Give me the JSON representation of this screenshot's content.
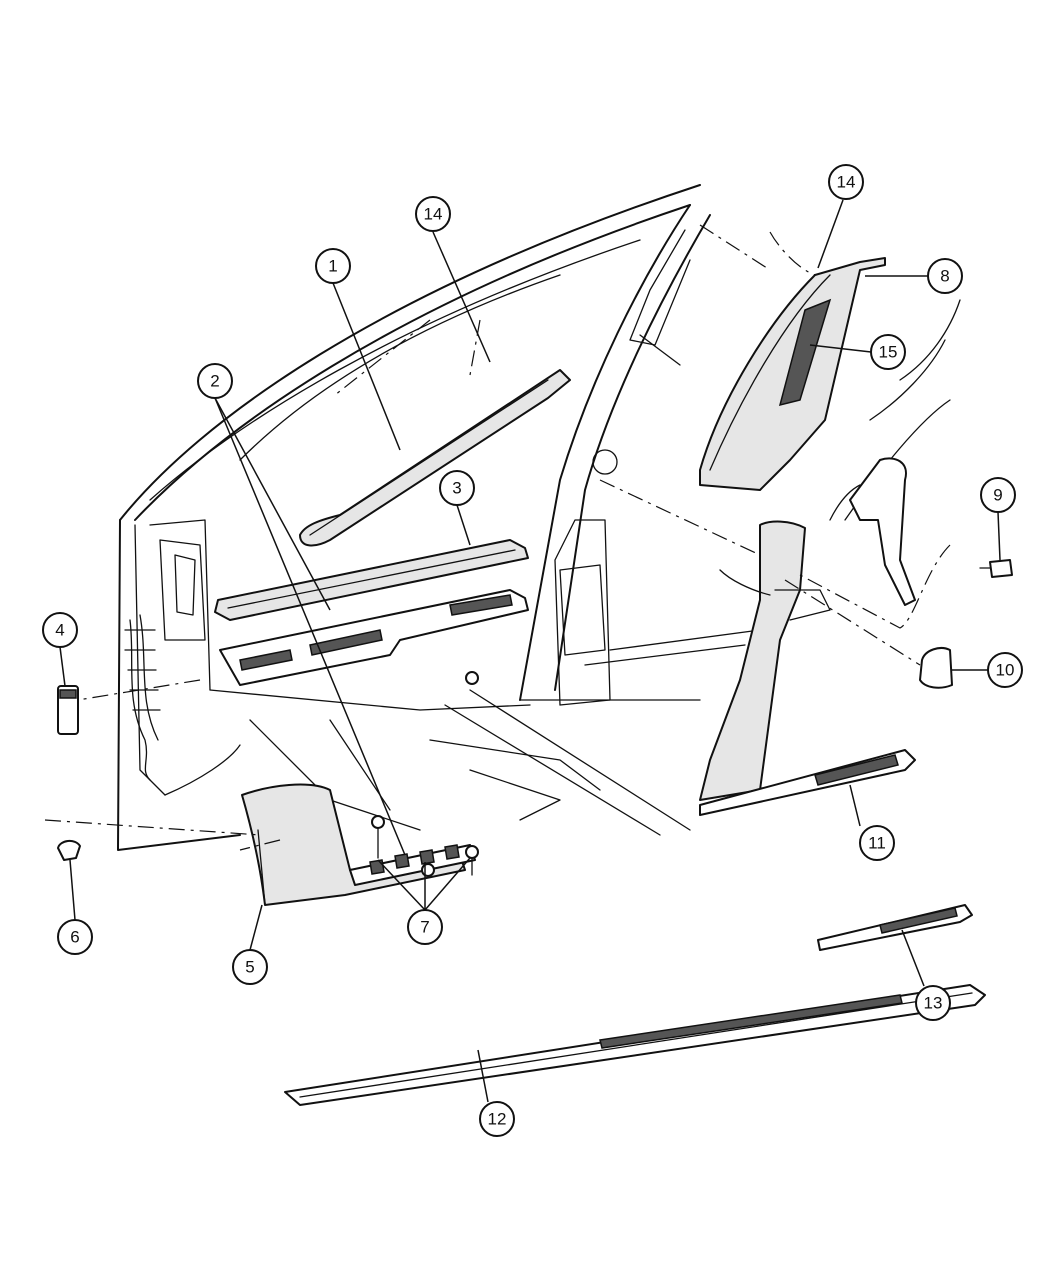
{
  "callouts": [
    {
      "id": "c1",
      "label": "1"
    },
    {
      "id": "c2",
      "label": "2"
    },
    {
      "id": "c3",
      "label": "3"
    },
    {
      "id": "c4",
      "label": "4"
    },
    {
      "id": "c5",
      "label": "5"
    },
    {
      "id": "c6",
      "label": "6"
    },
    {
      "id": "c7",
      "label": "7"
    },
    {
      "id": "c8",
      "label": "8"
    },
    {
      "id": "c9",
      "label": "9"
    },
    {
      "id": "c10",
      "label": "10"
    },
    {
      "id": "c11",
      "label": "11"
    },
    {
      "id": "c12",
      "label": "12"
    },
    {
      "id": "c13",
      "label": "13"
    },
    {
      "id": "c14a",
      "label": "14"
    },
    {
      "id": "c14b",
      "label": "14"
    },
    {
      "id": "c15",
      "label": "15"
    }
  ]
}
